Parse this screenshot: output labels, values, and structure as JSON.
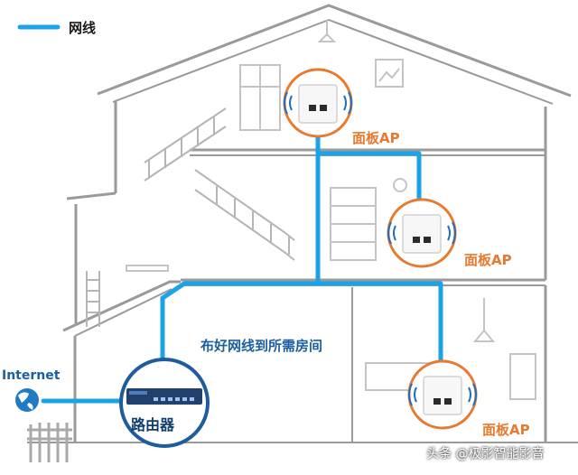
{
  "legend": {
    "label": "网线"
  },
  "access_points": [
    {
      "label": "面板AP"
    },
    {
      "label": "面板AP"
    },
    {
      "label": "面板AP"
    }
  ],
  "cable_note": "布好网线到所需房间",
  "router": {
    "label": "路由器"
  },
  "internet": {
    "label": "Internet"
  },
  "watermark": "头条 @极影智能影音",
  "colors": {
    "cable": "#1aa3e8",
    "ap_ring": "#e8792f",
    "ap_label": "#e8792f",
    "house_line": "#9a9a9a",
    "router": "#22406e"
  }
}
